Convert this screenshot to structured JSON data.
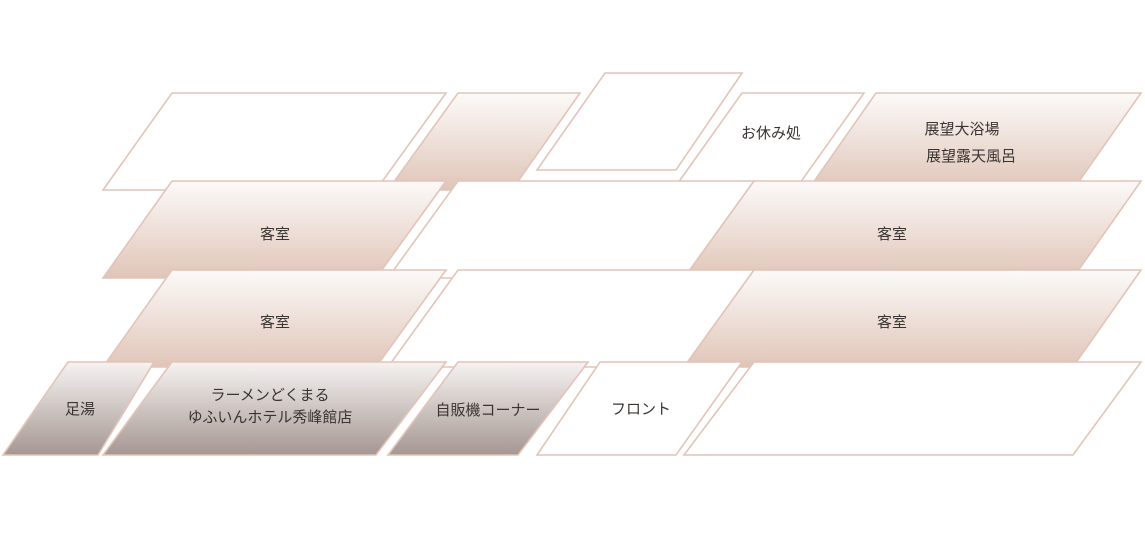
{
  "floors": {
    "top": {
      "rest_area": "お休み処",
      "bath_line1": "展望大浴場",
      "bath_line2": "展望露天風呂"
    },
    "floor3": {
      "guest_room_left": "客室",
      "guest_room_right": "客室"
    },
    "floor2": {
      "guest_room_left": "客室",
      "guest_room_right": "客室"
    },
    "ground": {
      "footbath": "足湯",
      "ramen_line1": "ラーメンどくまる",
      "ramen_line2": "ゆふいんホテル秀峰館店",
      "vending": "自販機コーナー",
      "front": "フロント"
    }
  },
  "colors": {
    "outline": "#e2c4b8",
    "fill_warm_top": "#fbf8f6",
    "fill_warm_bottom": "#e2c8bb",
    "fill_dark_top": "#f5f2f0",
    "fill_dark_bottom": "#a89a95",
    "text": "#3a3432"
  }
}
